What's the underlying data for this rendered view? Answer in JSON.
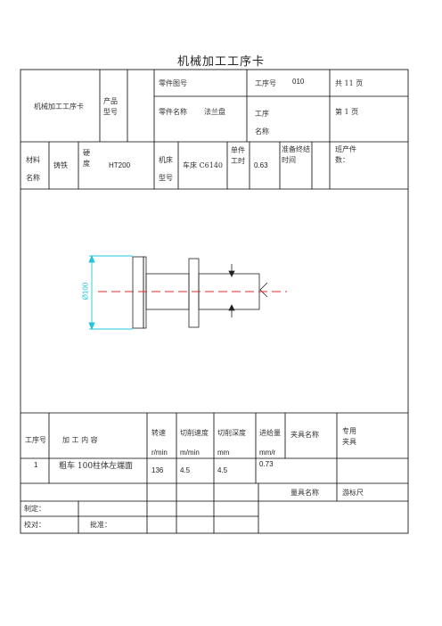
{
  "title": "机械加工工序卡",
  "header": {
    "card_label": "机械加工工序卡",
    "product_model_label": "产品型号",
    "part_drawing_no_label": "零件图号",
    "process_no_label": "工序号",
    "process_no_value": "010",
    "total_pages": "共 11 页",
    "part_name_label": "零件名称",
    "part_name_value": "法兰盘",
    "process_name_label": "工序名称",
    "page_no": "第 1 页"
  },
  "info_row": {
    "material_label": "材料名称",
    "material_value": "铸铁",
    "hardness_label": "硬度",
    "hardness_value": "HT200",
    "machine_label": "机床型号",
    "machine_value": "车床 C6140",
    "unit_time_label": "单件工时",
    "unit_time_value": "0.63",
    "prep_time_label": "准备终结时间",
    "batch_label": "班产件数："
  },
  "drawing": {
    "dimension_text": "Ø100"
  },
  "step_table": {
    "headers": {
      "step_no": "工序号",
      "content": "加 工 内 容",
      "speed": "转速",
      "speed_unit": "r/min",
      "cut_speed": "切削速度",
      "cut_speed_unit": "m/min",
      "cut_depth": "切削深度",
      "cut_depth_unit": "mm",
      "feed": "进给量",
      "feed_unit": "mm/r",
      "fixture_name": "夹具名称",
      "special_fixture": "专用夹具"
    },
    "rows": [
      {
        "no": "1",
        "content": "粗车 100柱体左端面",
        "speed": "136",
        "cut_speed": "4.5",
        "cut_depth": "4.5",
        "feed": "0.73"
      }
    ],
    "gauge_label": "量具名称",
    "gauge_value": "游标尺"
  },
  "footer": {
    "made_by": "制定：",
    "checked_by": "校对：",
    "approved_by": "批准："
  },
  "colors": {
    "grid": "#000000",
    "centerline": "#e0282d",
    "dimension": "#21c6d8",
    "stroke": "#222222"
  }
}
